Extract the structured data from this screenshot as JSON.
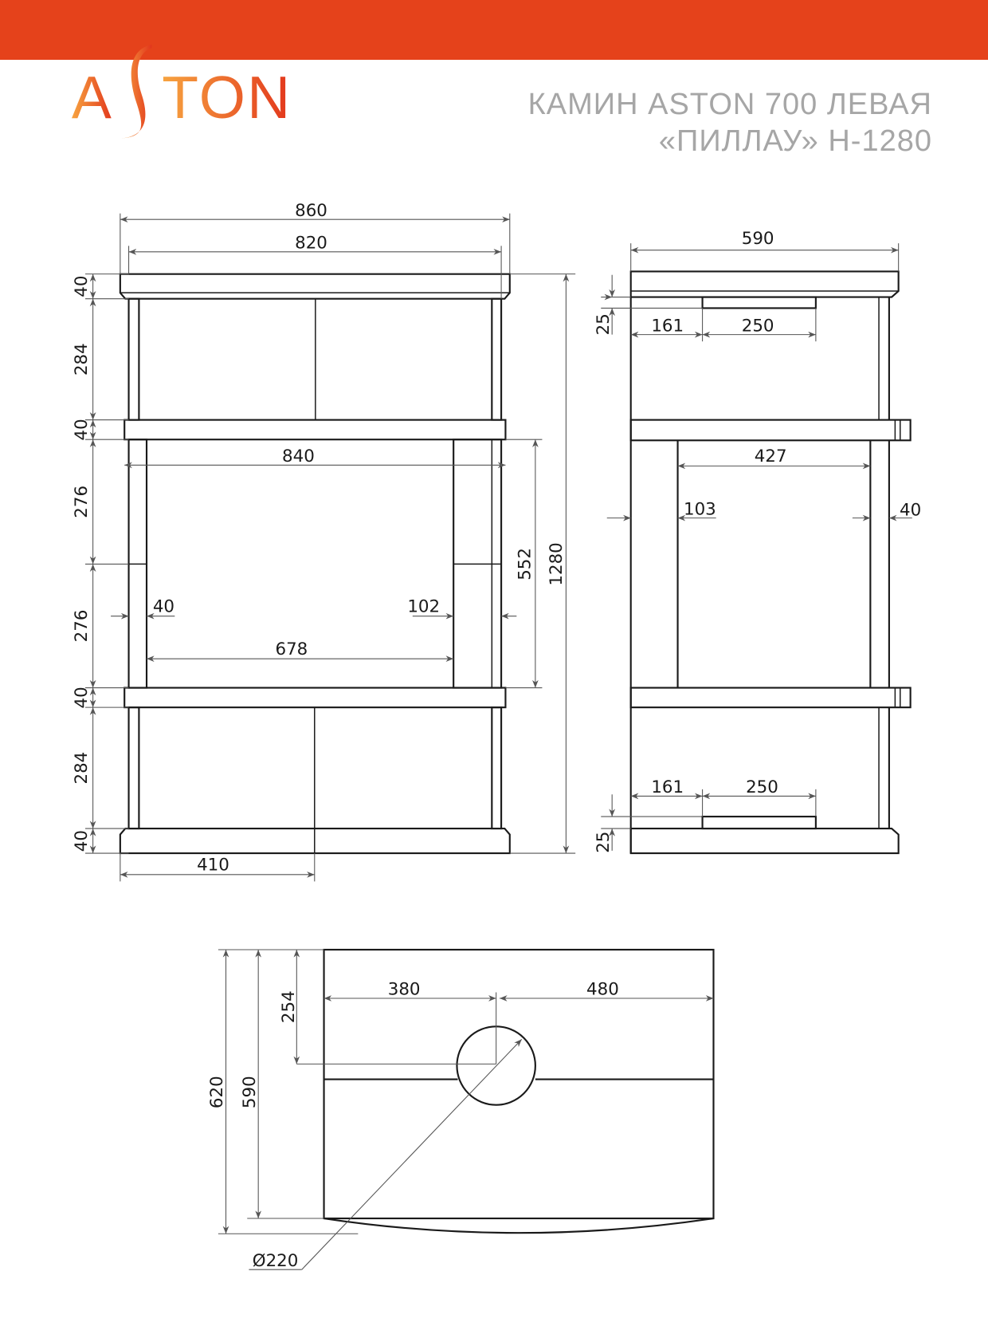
{
  "header": {
    "brand": "ASTON",
    "title_line1": "КАМИН ASTON 700 ЛЕВАЯ",
    "title_line2": "«ПИЛЛАУ» H-1280",
    "bar_color": "#e5421b"
  },
  "front_view": {
    "dims": {
      "overall_width": "860",
      "inner_width": "820",
      "shelf_width": "840",
      "opening_width": "678",
      "left_post": "40",
      "right_post": "102",
      "opening_height": "552",
      "overall_height": "1280",
      "half_base": "410",
      "top_slab": "40",
      "upper_section": "284",
      "shelf_1": "40",
      "mid_upper": "276",
      "mid_lower": "276",
      "shelf_2": "40",
      "lower_section": "284",
      "base_slab": "40"
    }
  },
  "side_view": {
    "dims": {
      "depth": "590",
      "top_offset": "161",
      "top_slot": "250",
      "top_slot_height": "25",
      "opening_depth": "427",
      "front_post": "103",
      "rear_post": "40",
      "bottom_offset": "161",
      "bottom_slot": "250",
      "bottom_slot_height": "25"
    }
  },
  "plan_view": {
    "dims": {
      "left_to_flue": "380",
      "flue_to_right": "480",
      "flue_from_back": "254",
      "depth": "590",
      "depth_total": "620",
      "flue_diameter": "Ø220"
    }
  }
}
